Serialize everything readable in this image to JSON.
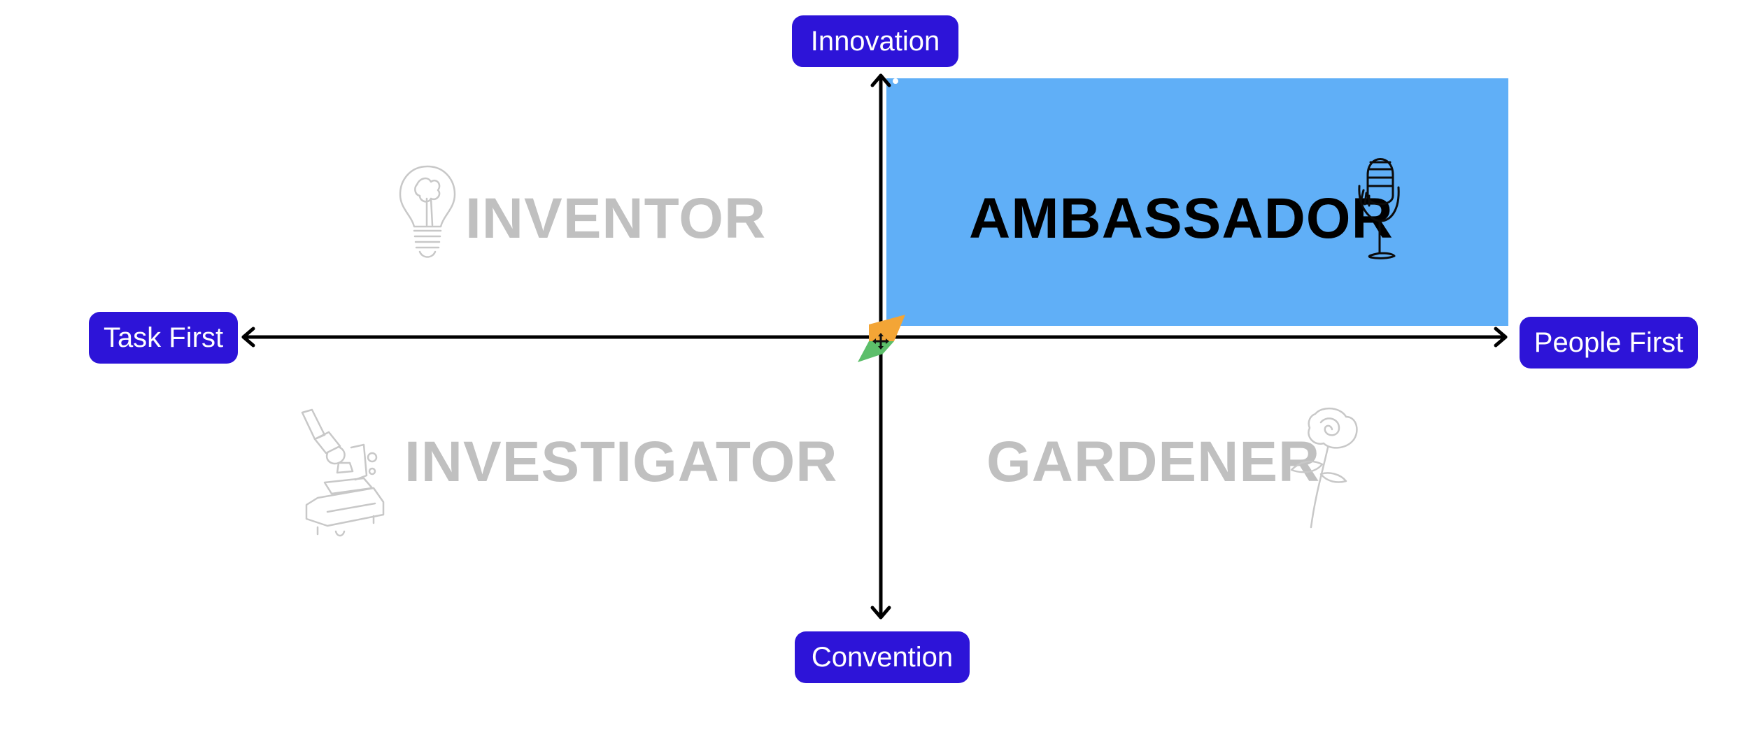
{
  "axes": {
    "top": "Innovation",
    "bottom": "Convention",
    "left": "Task First",
    "right": "People First"
  },
  "quadrants": {
    "top_left": {
      "label": "INVENTOR",
      "icon": "lightbulb-icon",
      "active": false
    },
    "top_right": {
      "label": "AMBASSADOR",
      "icon": "microphone-icon",
      "active": true
    },
    "bottom_left": {
      "label": "INVESTIGATOR",
      "icon": "microscope-icon",
      "active": false
    },
    "bottom_right": {
      "label": "GARDENER",
      "icon": "rose-icon",
      "active": false
    }
  },
  "marker": {
    "icon": "move-handle-icon"
  },
  "colors": {
    "pill": "#2d14d8",
    "highlight": "#60aff7",
    "muted_text": "#c0c0c0",
    "marker_orange": "#f3a536",
    "marker_green": "#5cbe6a"
  }
}
